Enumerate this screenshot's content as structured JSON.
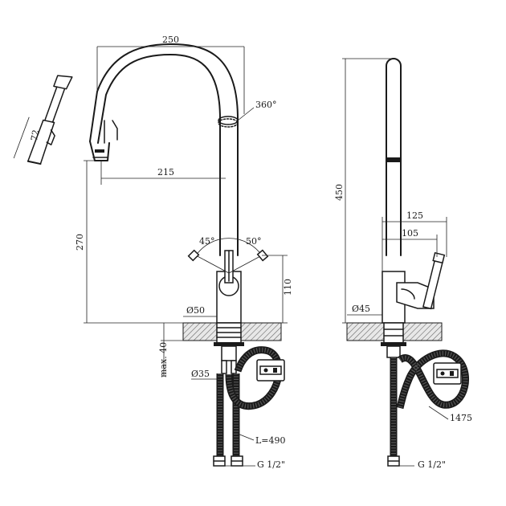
{
  "labels": {
    "spout_width": "250",
    "spout_reach": "215",
    "swivel": "360°",
    "angle_left": "45°",
    "angle_right": "50°",
    "height_total": "270",
    "handle_height": "110",
    "base_diameter": "Ø50",
    "thickness_max": "max. 40",
    "shank_diameter": "Ø35",
    "hose_length": "L=490",
    "thread_front": "G 1/2\"",
    "head_length": "72",
    "side_height": "450",
    "handle_reach": "125",
    "handle_offset": "105",
    "side_base_diameter": "Ø45",
    "pullout_hose_length": "1475",
    "thread_side": "G 1/2\""
  }
}
